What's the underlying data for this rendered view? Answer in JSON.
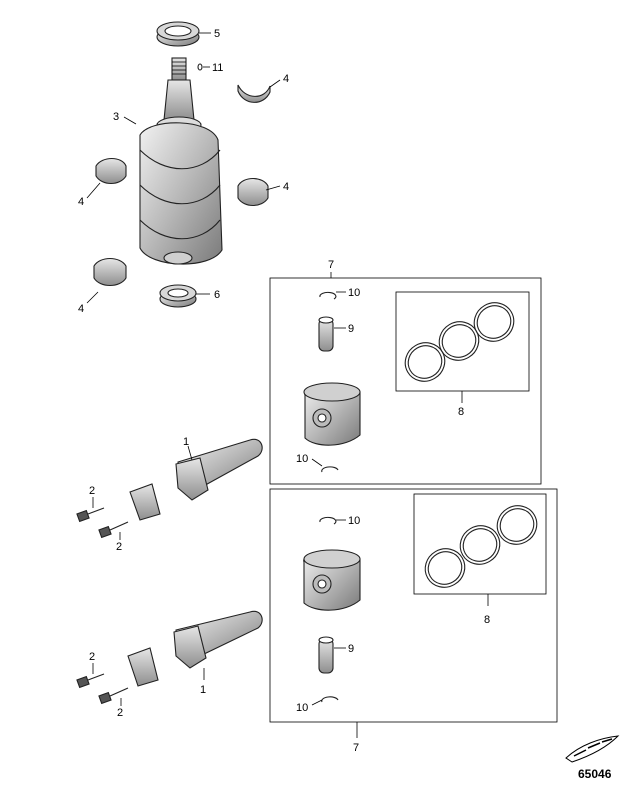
{
  "diagram": {
    "figure_number": "65046",
    "callouts": {
      "c1a": "1",
      "c1b": "1",
      "c2a": "2",
      "c2b": "2",
      "c2c": "2",
      "c2d": "2",
      "c3": "3",
      "c4a": "4",
      "c4b": "4",
      "c4c": "4",
      "c4d": "4",
      "c5": "5",
      "c6": "6",
      "c7a": "7",
      "c7b": "7",
      "c8a": "8",
      "c8b": "8",
      "c9a": "9",
      "c9b": "9",
      "c10a": "10",
      "c10b": "10",
      "c10c": "10",
      "c10d": "10",
      "c11": "11"
    }
  }
}
